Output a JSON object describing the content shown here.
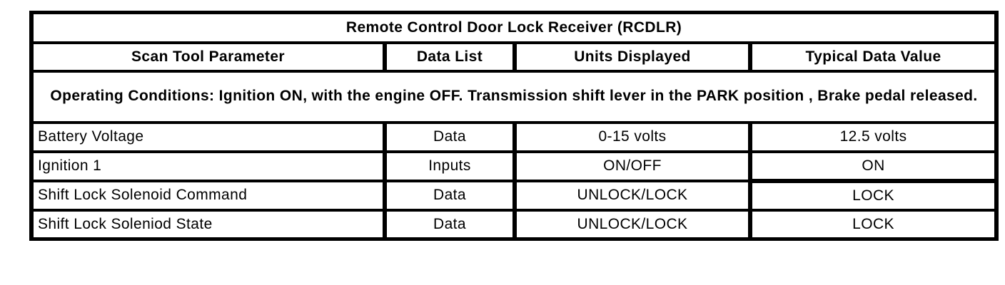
{
  "table": {
    "title": "Remote Control Door Lock Receiver (RCDLR)",
    "columns": {
      "parameter": "Scan Tool Parameter",
      "data_list": "Data List",
      "units": "Units Displayed",
      "typical": "Typical Data Value"
    },
    "operating_conditions": "Operating Conditions: Ignition ON, with the engine OFF. Transmission shift lever in the PARK position , Brake pedal released.",
    "rows": [
      {
        "parameter": "Battery Voltage",
        "data_list": "Data",
        "units": "0-15 volts",
        "typical": "12.5 volts"
      },
      {
        "parameter": "Ignition 1",
        "data_list": "Inputs",
        "units": "ON/OFF",
        "typical": "ON"
      },
      {
        "parameter": "Shift Lock Solenoid Command",
        "data_list": "Data",
        "units": "UNLOCK/LOCK",
        "typical": "LOCK"
      },
      {
        "parameter": "Shift Lock Soleniod State",
        "data_list": "Data",
        "units": "UNLOCK/LOCK",
        "typical": "LOCK"
      }
    ],
    "colors": {
      "border": "#000000",
      "text": "#000000",
      "background": "#ffffff"
    }
  }
}
